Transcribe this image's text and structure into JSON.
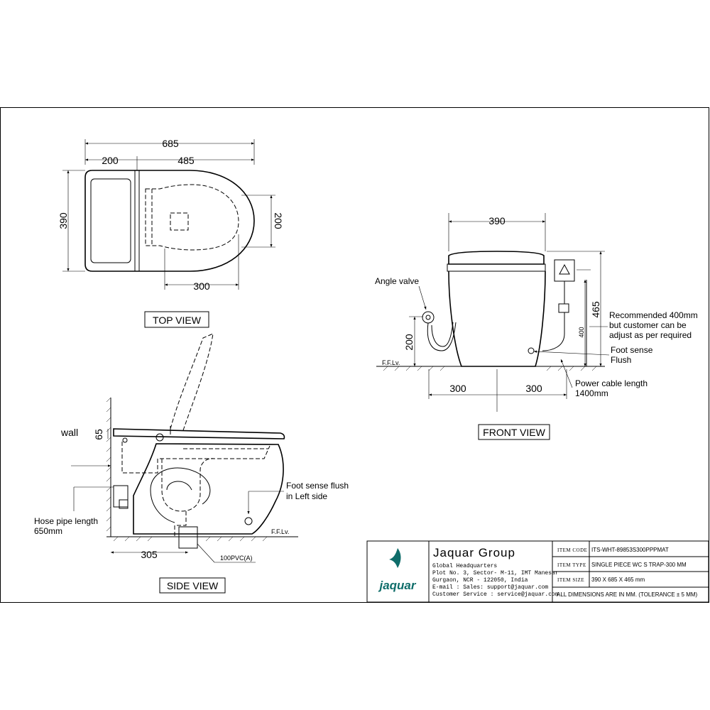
{
  "top_view": {
    "caption": "TOP VIEW",
    "dim_overall_length": "685",
    "dim_tank": "200",
    "dim_bowl": "485",
    "dim_width": "390",
    "dim_opening_width": "200",
    "dim_opening_length": "300"
  },
  "side_view": {
    "caption": "SIDE VIEW",
    "label_wall": "wall",
    "dim_seat_height": "65",
    "label_hose_line1": "Hose pipe length",
    "label_hose_line2": "650mm",
    "label_foot_sense_line1": "Foot sense flush",
    "label_foot_sense_line2": "in Left side",
    "label_ffl": "F.F.Lv.",
    "dim_outlet": "305",
    "label_outlet_pipe": "100PVC(A)"
  },
  "front_view": {
    "caption": "FRONT VIEW",
    "dim_width": "390",
    "label_angle_valve": "Angle valve",
    "dim_valve_height": "200",
    "label_ffl": "F.F.Lv.",
    "dim_left": "300",
    "dim_right": "300",
    "dim_height": "465",
    "dim_socket_height": "400",
    "label_recommended_line1": "Recommended 400mm",
    "label_recommended_line2": "but customer can be",
    "label_recommended_line3": "adjust as per required",
    "label_foot_sense_line1": "Foot sense",
    "label_foot_sense_line2": "Flush",
    "label_power_line1": "Power cable length",
    "label_power_line2": "1400mm"
  },
  "title_block": {
    "logo_text": "jaquar",
    "company": "Jaquar Group",
    "address_lines": [
      "Global Headquarters",
      "Plot No. 3, Sector- M-11, IMT Manesar",
      "Gurgaon, NCR - 122050, India",
      "E-mail : Sales: support@jaquar.com",
      "Customer Service : service@jaquar.com"
    ],
    "item_code_label": "ITEM CODE",
    "item_code": "ITS-WHT-89853S300PPPMAT",
    "item_type_label": "ITEM TYPE",
    "item_type": "SINGLE PIECE WC S TRAP-300 MM",
    "item_size_label": "ITEM SIZE",
    "item_size": "390 X 685 X 465 mm",
    "note": "ALL DIMENSIONS ARE IN MM. (TOLERANCE ± 5 MM)"
  },
  "colors": {
    "logo": "#0f6d6a",
    "ink": "#000000"
  }
}
